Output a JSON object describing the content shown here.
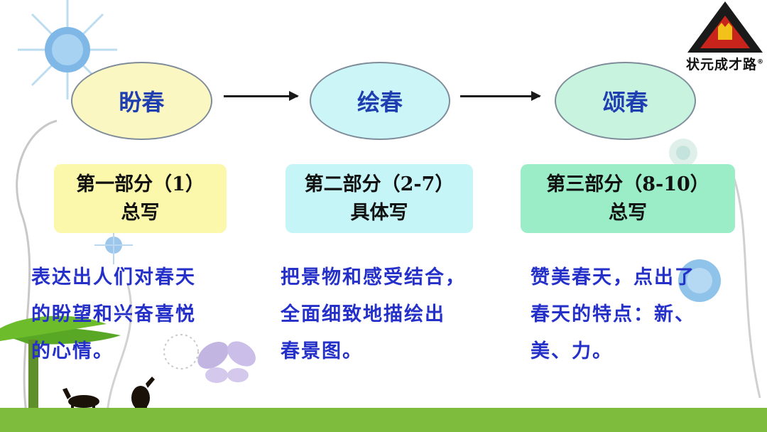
{
  "logo": {
    "text": "状元成才路",
    "mark": "®"
  },
  "flow": [
    {
      "title": "盼春",
      "part": "第一部分（1）",
      "kind": "总写",
      "desc": [
        "表达出人们对春天",
        "的盼望和兴奋喜悦",
        "的心情。"
      ]
    },
    {
      "title": "绘春",
      "part": "第二部分（2-7）",
      "kind": "具体写",
      "desc": [
        "把景物和感受结合，",
        "全面细致地描绘出",
        "春景图。"
      ]
    },
    {
      "title": "颂春",
      "part": "第三部分（8-10）",
      "kind": "总写",
      "desc": [
        "赞美春天，点出了",
        "春天的特点：新、",
        "美、力。"
      ]
    }
  ],
  "colors": {
    "title_text": "#1f3fb0",
    "desc_text": "#2430c8",
    "ground": "#7dbc3c"
  }
}
